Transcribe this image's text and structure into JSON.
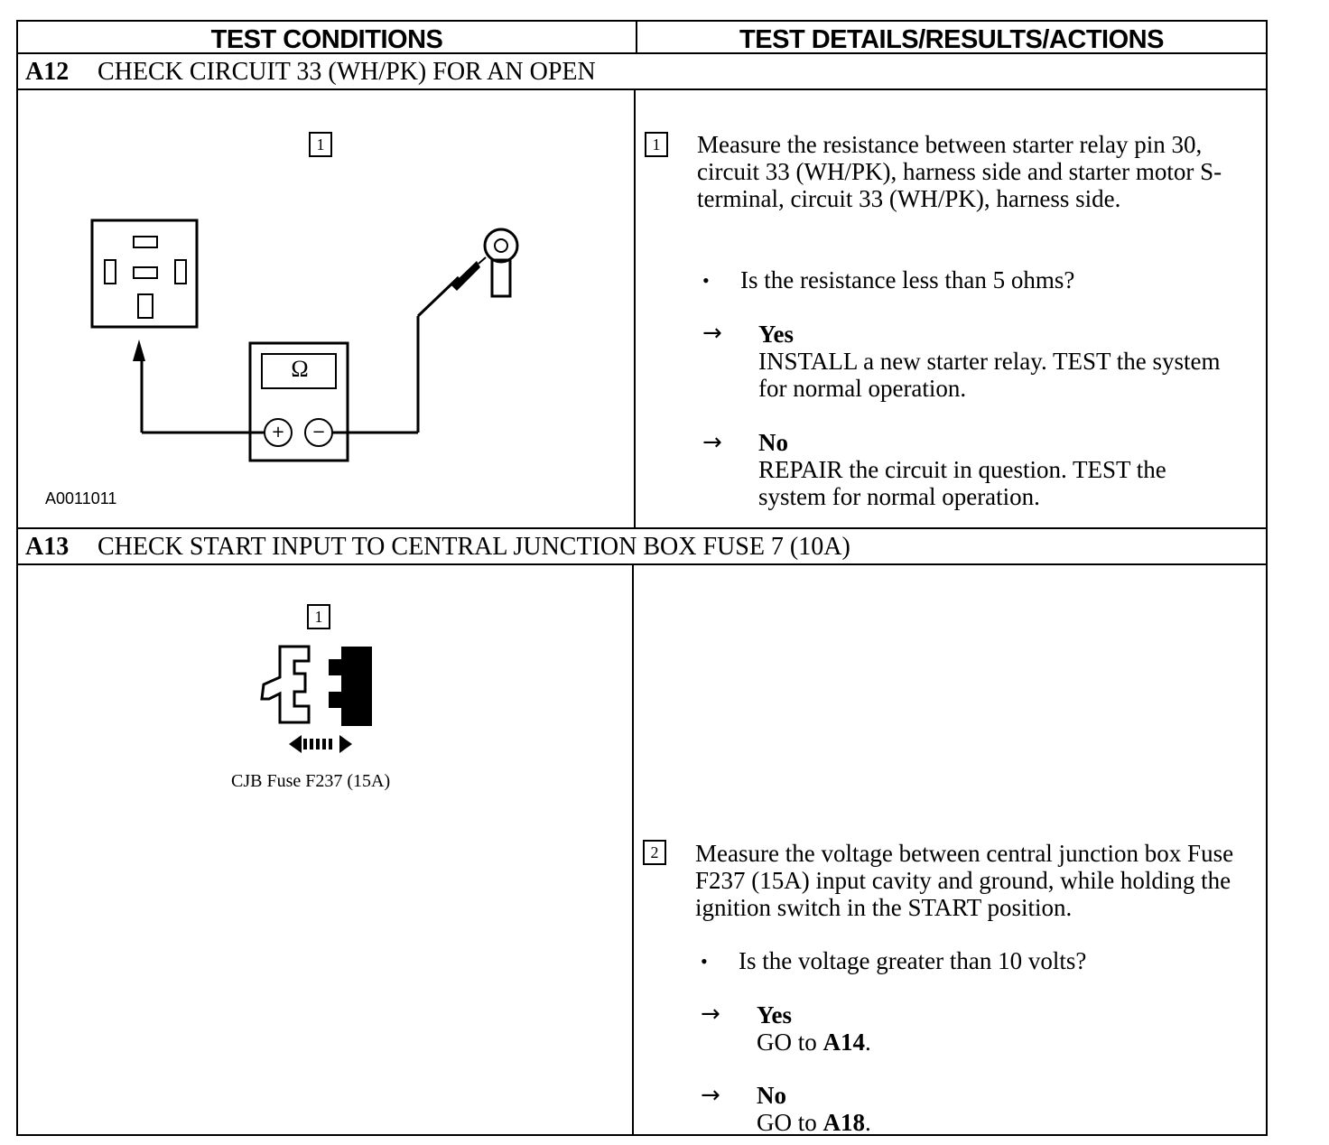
{
  "header": {
    "col1": "TEST CONDITIONS",
    "col2": "TEST DETAILS/RESULTS/ACTIONS"
  },
  "sections": [
    {
      "code": "A12",
      "title": "CHECK CIRCUIT 33 (WH/PK) FOR AN OPEN",
      "figure": {
        "step": "1",
        "meter_symbol": "Ω",
        "plus": "+",
        "minus": "−",
        "caption": "A0011011"
      },
      "step": {
        "number": "1",
        "text": "Measure the resistance between starter relay pin 30, circuit 33 (WH/PK), harness side and starter motor S-terminal, circuit 33 (WH/PK), harness side.",
        "question": "Is the resistance less than 5 ohms?",
        "yes_label": "Yes",
        "yes_action": "INSTALL a new starter relay. TEST the system for normal operation.",
        "no_label": "No",
        "no_action": "REPAIR the circuit in question. TEST the system for normal operation."
      }
    },
    {
      "code": "A13",
      "title": "CHECK START INPUT TO CENTRAL JUNCTION BOX FUSE 7 (10A)",
      "figure": {
        "step": "1",
        "caption": "CJB Fuse F237 (15A)"
      },
      "step": {
        "number": "2",
        "text": "Measure the voltage between central junction box Fuse F237 (15A) input cavity and ground, while holding the ignition switch in the START position.",
        "question": "Is the voltage greater than 10 volts?",
        "yes_label": "Yes",
        "yes_prefix": "GO to ",
        "yes_target": "A14",
        "no_label": "No",
        "no_prefix": "GO to ",
        "no_target": "A18"
      }
    }
  ],
  "icons": {
    "bullet": "•",
    "arrow": "→"
  }
}
